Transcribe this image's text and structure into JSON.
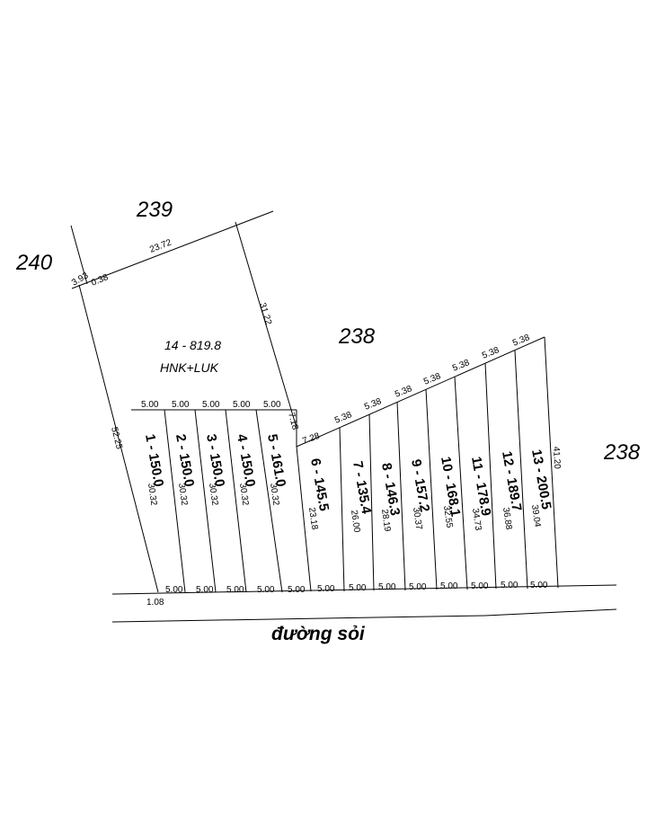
{
  "neighbors": {
    "n239": "239",
    "n240": "240",
    "n238_top": "238",
    "n238_right": "238"
  },
  "parcel14": {
    "label": "14 - 819.8",
    "landuse": "HNK+LUK"
  },
  "road": "đường sỏi",
  "edges": {
    "top_short": "3.93",
    "top_tiny": "0.38",
    "top_long": "23.72",
    "right_upper": "31.22",
    "left_long": "52.25",
    "bottom_left": "1.08",
    "step": "7.18",
    "lot6_top": "7.28",
    "lot13_right": "41.20"
  },
  "lots": [
    {
      "label": "1 - 150.0",
      "depth": "30.32",
      "top": "5.00",
      "bottom": "5.00"
    },
    {
      "label": "2 - 150.0",
      "depth": "30.32",
      "top": "5.00",
      "bottom": "5.00"
    },
    {
      "label": "3 - 150.0",
      "depth": "30.32",
      "top": "5.00",
      "bottom": "5.00"
    },
    {
      "label": "4 - 150.0",
      "depth": "30.32",
      "top": "5.00",
      "bottom": "5.00"
    },
    {
      "label": "5 - 161.0",
      "depth": "30.32",
      "top": "5.00",
      "bottom": "5.00"
    },
    {
      "label": "6 - 145.5",
      "depth": "23.18",
      "top": "7.28",
      "bottom": "5.00"
    },
    {
      "label": "7 - 135.4",
      "depth": "26.00",
      "top": "5.38",
      "bottom": "5.00"
    },
    {
      "label": "8 - 146.3",
      "depth": "28.19",
      "top": "5.38",
      "bottom": "5.00"
    },
    {
      "label": "9 - 157.2",
      "depth": "30.37",
      "top": "5.38",
      "bottom": "5.00"
    },
    {
      "label": "10 - 168.1",
      "depth": "32.55",
      "top": "5.38",
      "bottom": "5.00"
    },
    {
      "label": "11 - 178.9",
      "depth": "34.73",
      "top": "5.38",
      "bottom": "5.00"
    },
    {
      "label": "12 - 189.7",
      "depth": "36.88",
      "top": "5.38",
      "bottom": "5.00"
    },
    {
      "label": "13 - 200.5",
      "depth": "39.04",
      "top": "5.38",
      "bottom": "5.00"
    }
  ]
}
